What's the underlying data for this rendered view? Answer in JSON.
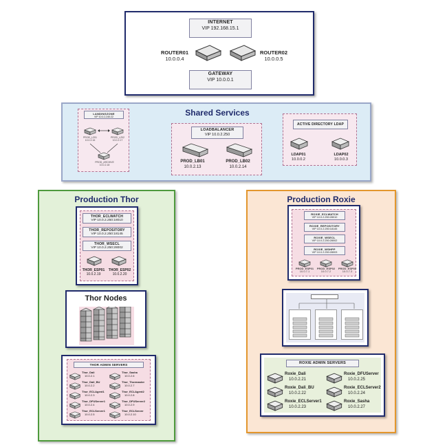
{
  "internet": {
    "title": "INTERNET",
    "vip": "VIP 192.168.15.1",
    "router1": {
      "name": "ROUTER01",
      "ip": "10.0.0.4"
    },
    "router2": {
      "name": "ROUTER02",
      "ip": "10.0.0.5"
    },
    "gateway": {
      "title": "GATEWAY",
      "vip": "VIP 10.0.0.1"
    }
  },
  "shared": {
    "title": "Shared Services",
    "landing": {
      "title": "LANDINGZONE",
      "vip": "VIP 10.0.2.240:22",
      "lz01": {
        "name": "PROD_LZ01",
        "ip": "10.0.2.16"
      },
      "lz02": {
        "name": "PROD_LZ02",
        "ip": "10.0.2.17"
      },
      "archive": {
        "name": "PROD_ARCHIVE",
        "ip": "10.0.2.18"
      }
    },
    "lb": {
      "title": "LOADBALANCER",
      "vip": "VIP 10.0.2.250",
      "lb1": {
        "name": "PROD_LB01",
        "ip": "10.0.2.13"
      },
      "lb2": {
        "name": "PROD_LB02",
        "ip": "10.0.2.14"
      }
    },
    "ldap": {
      "title": "ACTIVE DIRECTORY LDAP",
      "l1": {
        "name": "LDAP01",
        "ip": "10.0.0.2"
      },
      "l2": {
        "name": "LDAP02",
        "ip": "10.0.0.3"
      }
    }
  },
  "thor": {
    "title": "Production Thor",
    "eclwatch": {
      "title": "THOR_ECLWATCH",
      "vip": "VIP 10.0.2.250:18010"
    },
    "repo": {
      "title": "THOR_REPOSITORY",
      "vip": "VIP 10.0.2.250:18145"
    },
    "wsecl": {
      "title": "THOR_WSECL",
      "vip": "VIP 10.0.2.250:28002"
    },
    "esp1": {
      "name": "THOR_ESP01",
      "ip": "10.0.2.19"
    },
    "esp2": {
      "name": "THOR_ESP02",
      "ip": "10.0.2.20"
    },
    "nodes_title": "Thor Nodes",
    "admin": {
      "title": "THOR ADMIN SERVERS",
      "servers": [
        {
          "name": "Thor_Dali",
          "ip": "10.0.2.1"
        },
        {
          "name": "Thor_Sasha",
          "ip": "10.0.2.6"
        },
        {
          "name": "Thor_Dali_BU",
          "ip": "10.0.2.2"
        },
        {
          "name": "Thor_Thormaster",
          "ip": "10.0.2.7"
        },
        {
          "name": "Thor_ECLAgent1",
          "ip": "10.0.2.3"
        },
        {
          "name": "Thor_ECLAgent2",
          "ip": "10.0.2.8"
        },
        {
          "name": "Thor_DFUServer1",
          "ip": "10.0.2.4"
        },
        {
          "name": "Thor_DFUServer2",
          "ip": "10.0.2.9"
        },
        {
          "name": "Thor_ECLServer1",
          "ip": "10.0.2.5"
        },
        {
          "name": "Thor_ECLServer",
          "ip": "10.0.2.10"
        }
      ]
    }
  },
  "roxie": {
    "title": "Production Roxie",
    "vips": [
      {
        "title": "ROXIE_ECLWATCH",
        "vip": "VIP 10.0.2.250:28010"
      },
      {
        "title": "ROXIE_REPOSITORY",
        "vip": "VIP 10.0.2.250:18145"
      },
      {
        "title": "ROXIE_WSECL",
        "vip": "VIP 10.0.2.250:28002"
      },
      {
        "title": "ROXIE_WSHPP",
        "vip": "VIP 10.0.2.250:28003"
      }
    ],
    "esps": [
      {
        "name": "PROD_ESP01",
        "ip": "10.0.7.1"
      },
      {
        "name": "PROD_ESP02",
        "ip": "10.0.7.2"
      },
      {
        "name": "PROD_ESP03",
        "ip": "10.0.7.3"
      }
    ],
    "admin": {
      "title": "ROXIE ADMIN SERVERS",
      "servers": [
        {
          "name": "Roxie_Dali",
          "ip": "10.0.2.21"
        },
        {
          "name": "Roxie_DFUServer",
          "ip": "10.0.2.25"
        },
        {
          "name": "Roxie_Dali_BU",
          "ip": "10.0.2.22"
        },
        {
          "name": "Roxie_ECLServer2",
          "ip": "10.0.2.24"
        },
        {
          "name": "Roxie_ECLServer1",
          "ip": "10.0.2.23"
        },
        {
          "name": "Roxie_Sasha",
          "ip": "10.0.2.27"
        }
      ]
    }
  },
  "colors": {
    "navy": "#1f2a6b",
    "shared_bg": "#dcecf6",
    "thor_bg": "#e3f1d9",
    "roxie_bg": "#fbe6d4",
    "dashed": "#b07090"
  }
}
